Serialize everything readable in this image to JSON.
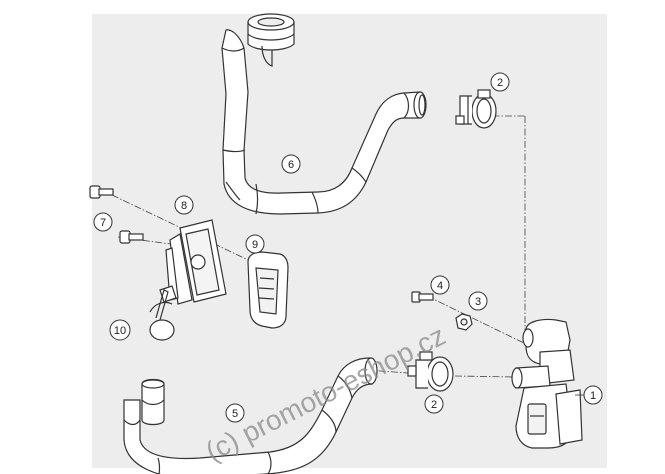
{
  "diagram": {
    "callouts": [
      {
        "id": "c1",
        "label": "1"
      },
      {
        "id": "c2a",
        "label": "2"
      },
      {
        "id": "c2b",
        "label": "2"
      },
      {
        "id": "c3",
        "label": "3"
      },
      {
        "id": "c4",
        "label": "4"
      },
      {
        "id": "c5",
        "label": "5"
      },
      {
        "id": "c6",
        "label": "6"
      },
      {
        "id": "c7",
        "label": "7"
      },
      {
        "id": "c8",
        "label": "8"
      },
      {
        "id": "c9",
        "label": "9"
      },
      {
        "id": "c10",
        "label": "10"
      }
    ],
    "watermark": "(c) promoto-eshop.cz"
  },
  "colors": {
    "panel": "#ededed",
    "part_fill": "#ffffff",
    "part_stroke": "#333333",
    "leader": "#444444"
  }
}
